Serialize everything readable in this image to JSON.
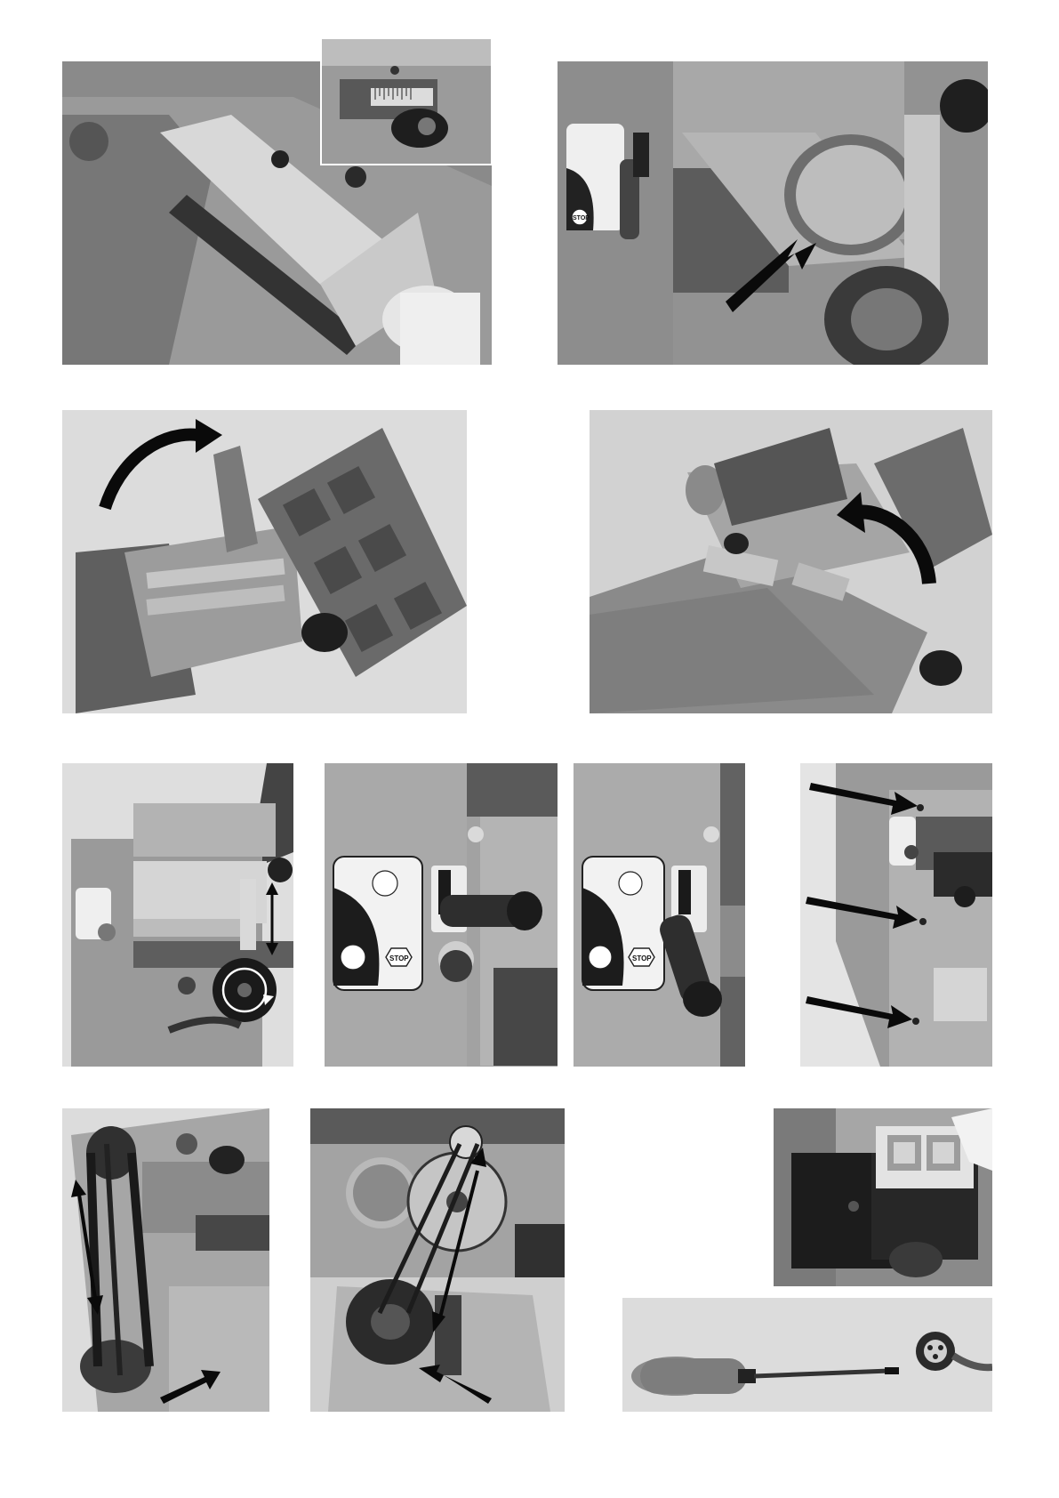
{
  "page": {
    "photos": [
      {
        "id": "p1",
        "subject": "planer-fence-adjustment-with-inset"
      },
      {
        "id": "p2",
        "subject": "dust-extraction-hood",
        "label_text": "STOP"
      },
      {
        "id": "p3",
        "subject": "opening-planer-table-curved-arrow"
      },
      {
        "id": "p4",
        "subject": "closing-dust-hood-curved-arrow"
      },
      {
        "id": "p5",
        "subject": "thickness-table-handwheel"
      },
      {
        "id": "p6",
        "subject": "lever-position-planing",
        "label_text": "STOP"
      },
      {
        "id": "p7",
        "subject": "lever-position-thicknessing",
        "label_text": "STOP"
      },
      {
        "id": "p8",
        "subject": "side-panel-screws-arrows"
      },
      {
        "id": "p9",
        "subject": "drive-belt-side-view"
      },
      {
        "id": "p10",
        "subject": "motor-belt-tension"
      },
      {
        "id": "p11",
        "subject": "switch-box"
      },
      {
        "id": "p12",
        "subject": "screwdriver-and-plug"
      }
    ],
    "colors": {
      "background": "#ffffff",
      "arrow": "#0a0a0a",
      "machine_grey": "#8e8e8e",
      "dark_grey": "#3a3a3a"
    }
  }
}
